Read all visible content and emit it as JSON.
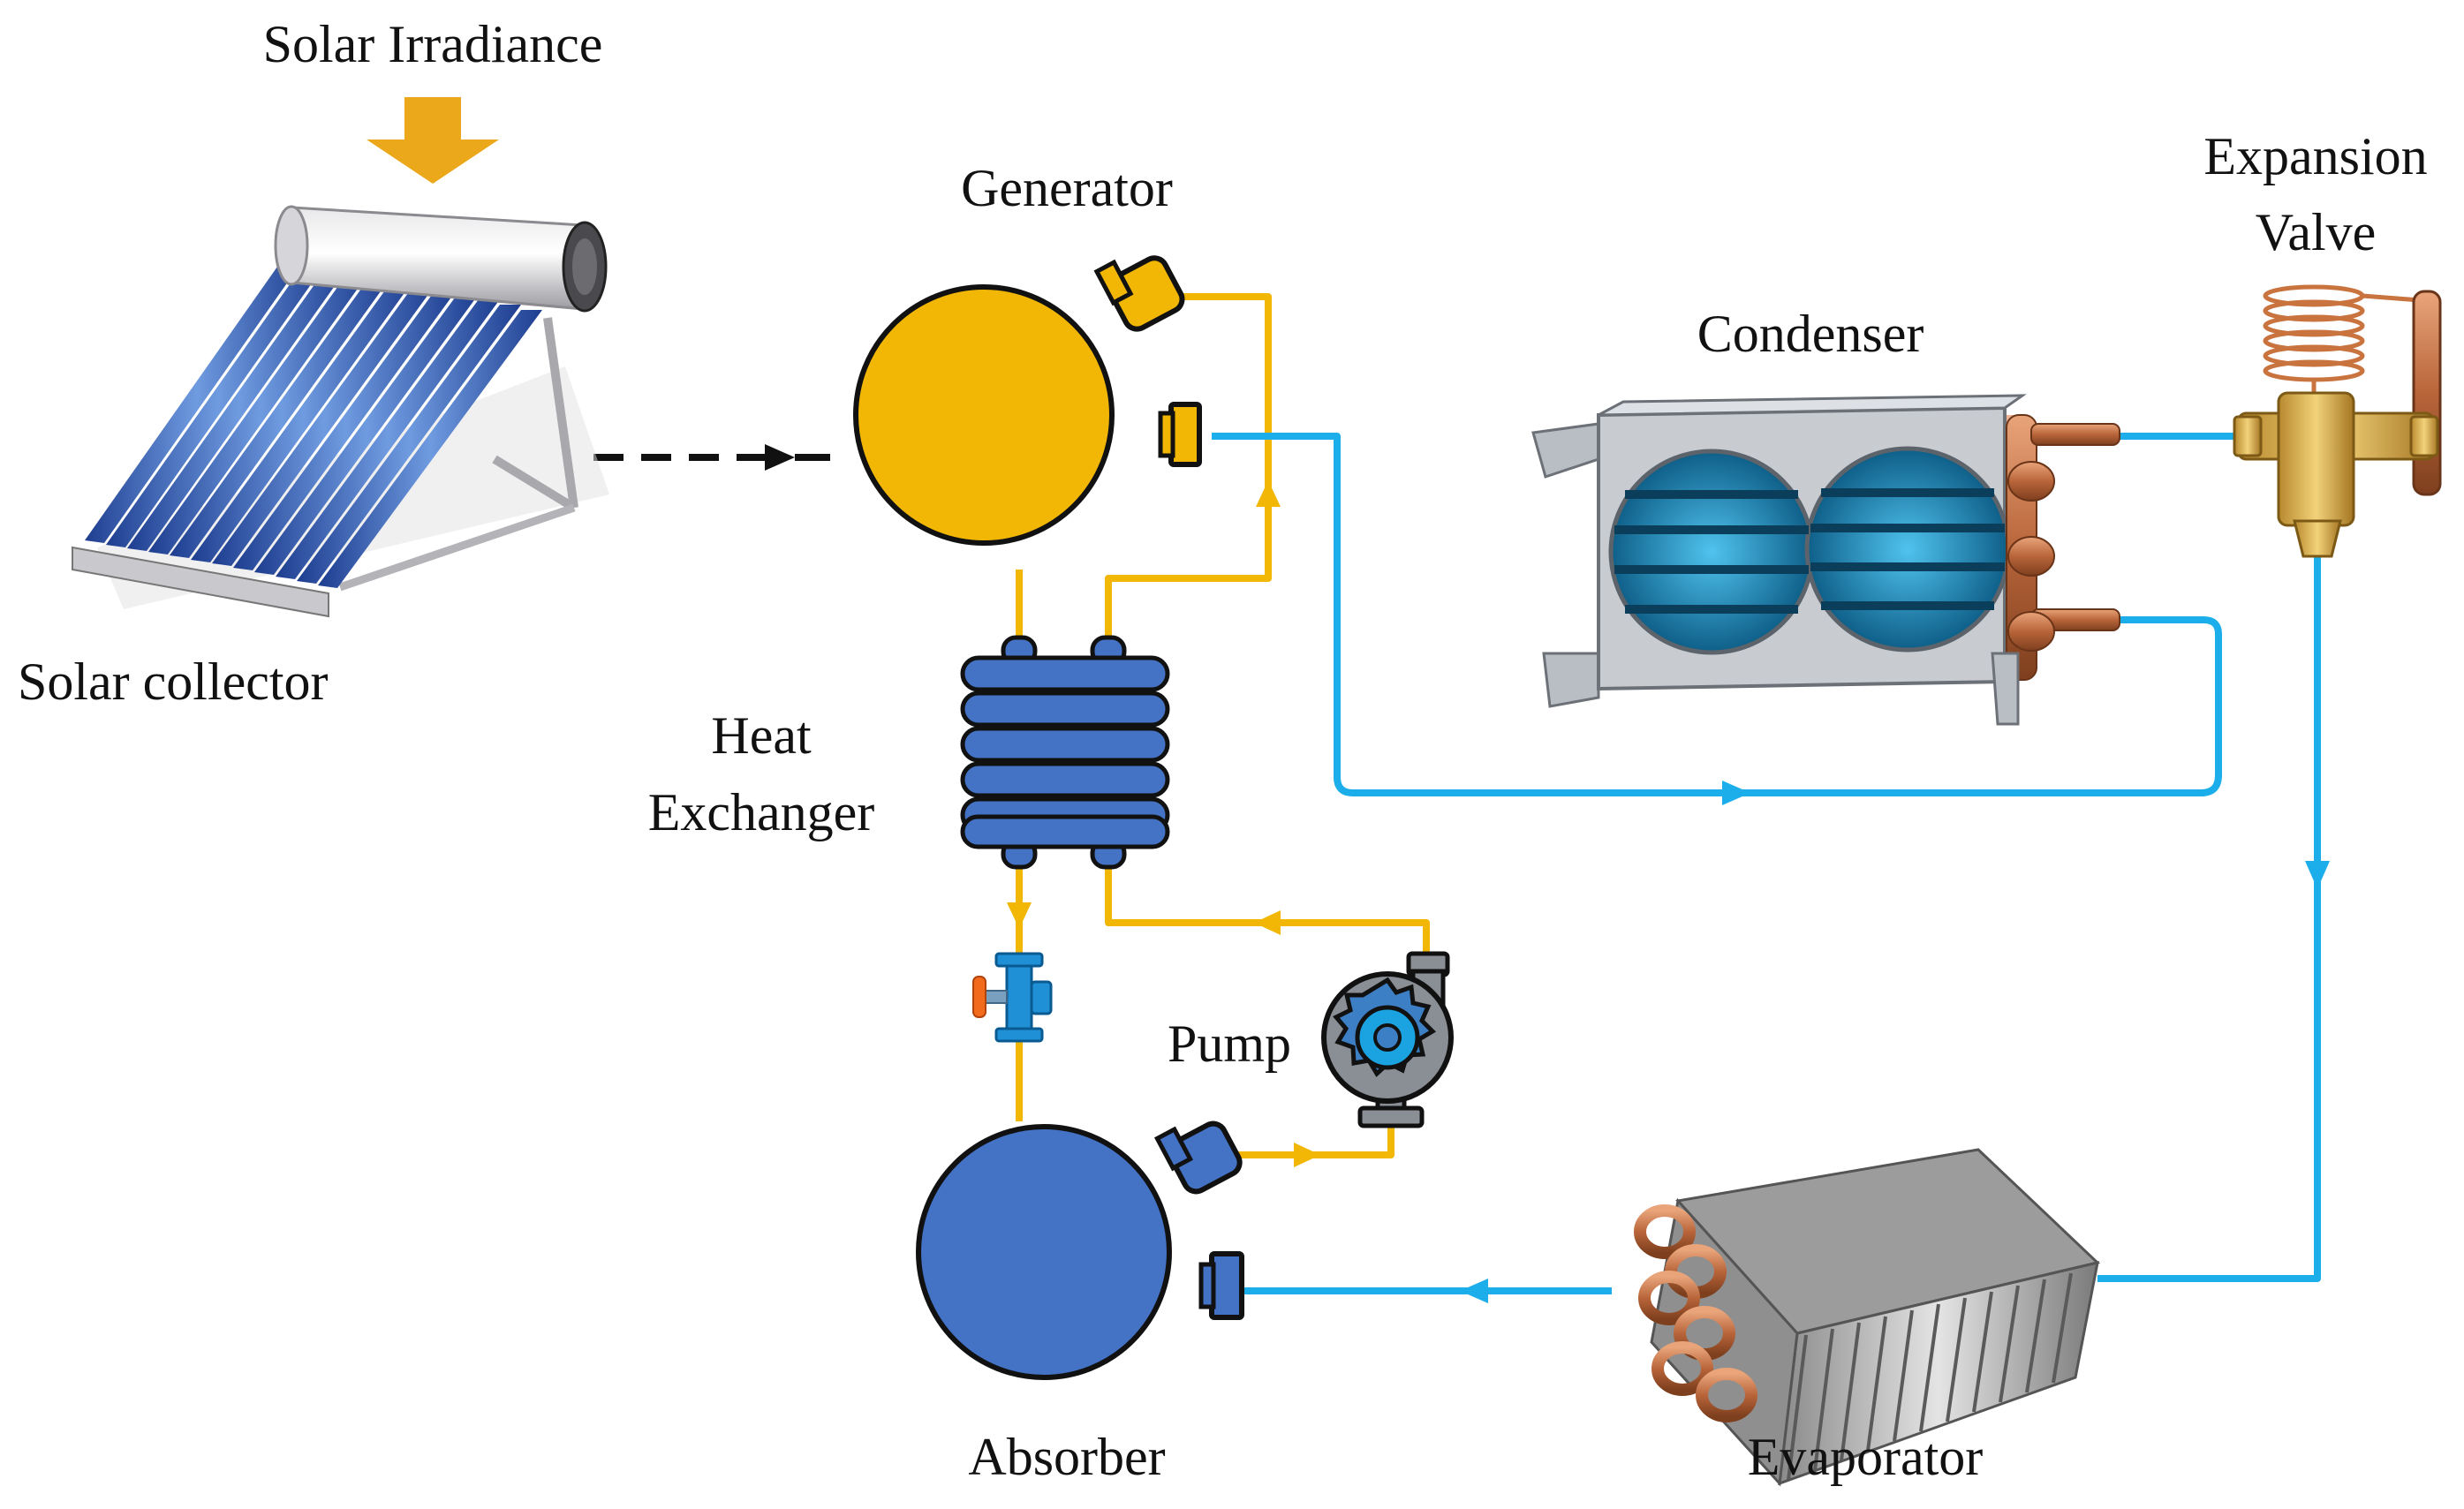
{
  "labels": {
    "solar_irradiance": "Solar Irradiance",
    "solar_collector": "Solar collector",
    "generator": "Generator",
    "heat_exchanger_line1": "Heat",
    "heat_exchanger_line2": "Exchanger",
    "condenser": "Condenser",
    "expansion_valve_line1": "Expansion",
    "expansion_valve_line2": "Valve",
    "pump": "Pump",
    "absorber": "Absorber",
    "evaporator": "Evaporator"
  },
  "colors": {
    "solution_line": "#F2B705",
    "refrigerant_line": "#1CAEEA",
    "generator_fill": "#F2B705",
    "absorber_fill": "#4472C4",
    "heat_exchanger_fill": "#4472C4",
    "heat_transfer_arrow": "#111111",
    "irradiance_arrow": "#EBA81A",
    "outline": "#111111"
  },
  "icons": {
    "irradiance": "down-arrow-icon",
    "collector": "solar-collector-icon",
    "pump": "centrifugal-pump-icon",
    "throttle": "throttle-valve-icon",
    "expansion_valve": "thermostatic-expansion-valve-icon",
    "condenser": "fan-coil-condenser-icon",
    "evaporator": "finned-tube-evaporator-icon"
  }
}
